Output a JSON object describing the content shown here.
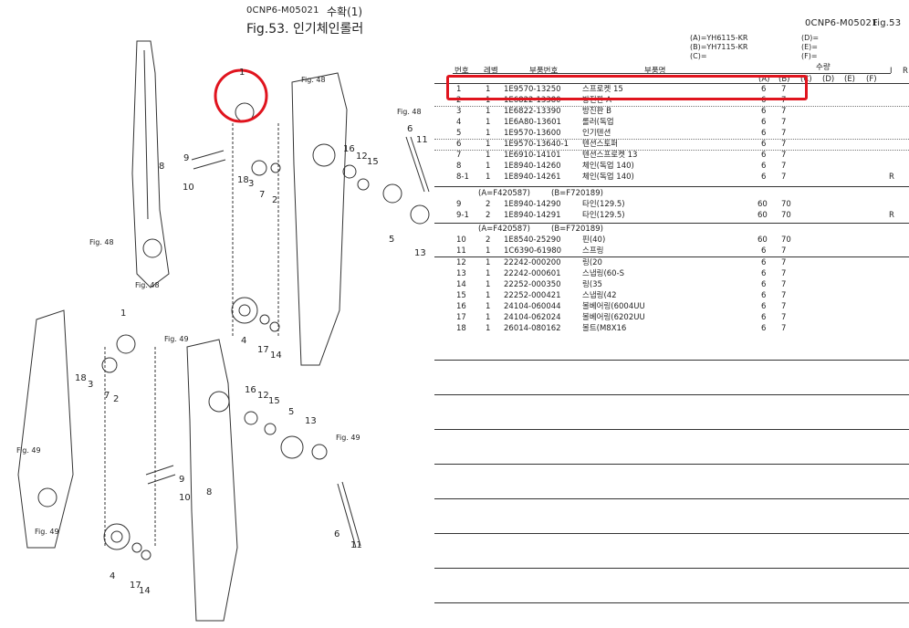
{
  "header": {
    "doc_code_left": "0CNP6-M05021",
    "section": "수확(1)",
    "fig_title": "Fig.53.  인기체인롤러",
    "doc_code_right": "0CNP6-M05021",
    "fig_right": "Fig.53"
  },
  "models": {
    "a": "(A)=YH6115-KR",
    "b": "(B)=YH7115-KR",
    "c": "(C)=",
    "d": "(D)=",
    "e": "(E)=",
    "f": "(F)="
  },
  "columns": {
    "no": "번호",
    "level": "레벨",
    "part_no": "부품번호",
    "name": "부품명",
    "qty": "수량",
    "qa": "(A)",
    "qb": "(B)",
    "qc": "(C)",
    "qd": "(D)",
    "qe": "(E)",
    "qf": "(F)",
    "i": "I",
    "r": "R"
  },
  "notes": [
    {
      "a": "(A=F420587)",
      "b": "(B=F720189)"
    },
    {
      "a": "(A=F420587)",
      "b": "(B=F720189)"
    }
  ],
  "parts": [
    {
      "no": "1",
      "lvl": "1",
      "pn": "1E9570-13250",
      "name": "스프로켓 15",
      "a": "6",
      "b": "7",
      "r": ""
    },
    {
      "no": "2",
      "lvl": "1",
      "pn": "1E6822-13380",
      "name": "방진판 A",
      "a": "6",
      "b": "7",
      "r": ""
    },
    {
      "no": "3",
      "lvl": "1",
      "pn": "1E6822-13390",
      "name": "방진판 B",
      "a": "6",
      "b": "7",
      "r": ""
    },
    {
      "no": "4",
      "lvl": "1",
      "pn": "1E6A80-13601",
      "name": "롤러(독업",
      "a": "6",
      "b": "7",
      "r": ""
    },
    {
      "no": "5",
      "lvl": "1",
      "pn": "1E9570-13600",
      "name": "인기텐션",
      "a": "6",
      "b": "7",
      "r": ""
    },
    {
      "no": "6",
      "lvl": "1",
      "pn": "1E9570-13640-1",
      "name": "텐션스토퍼",
      "a": "6",
      "b": "7",
      "r": ""
    },
    {
      "no": "7",
      "lvl": "1",
      "pn": "1E6910-14101",
      "name": "텐션스프로켓 13",
      "a": "6",
      "b": "7",
      "r": ""
    },
    {
      "no": "8",
      "lvl": "1",
      "pn": "1E8940-14260",
      "name": "체인(독업 140)",
      "a": "6",
      "b": "7",
      "r": ""
    },
    {
      "no": "8-1",
      "lvl": "1",
      "pn": "1E8940-14261",
      "name": "체인(독업 140)",
      "a": "6",
      "b": "7",
      "r": "R"
    },
    {
      "no": "9",
      "lvl": "2",
      "pn": "1E8940-14290",
      "name": "타인(129.5)",
      "a": "60",
      "b": "70",
      "r": ""
    },
    {
      "no": "9-1",
      "lvl": "2",
      "pn": "1E8940-14291",
      "name": "타인(129.5)",
      "a": "60",
      "b": "70",
      "r": "R"
    },
    {
      "no": "10",
      "lvl": "2",
      "pn": "1E8540-25290",
      "name": "핀(40)",
      "a": "60",
      "b": "70",
      "r": ""
    },
    {
      "no": "11",
      "lvl": "1",
      "pn": "1C6390-61980",
      "name": "스프링",
      "a": "6",
      "b": "7",
      "r": ""
    },
    {
      "no": "12",
      "lvl": "1",
      "pn": "22242-000200",
      "name": "링(20",
      "a": "6",
      "b": "7",
      "r": ""
    },
    {
      "no": "13",
      "lvl": "1",
      "pn": "22242-000601",
      "name": "스냅링(60-S",
      "a": "6",
      "b": "7",
      "r": ""
    },
    {
      "no": "14",
      "lvl": "1",
      "pn": "22252-000350",
      "name": "링(35",
      "a": "6",
      "b": "7",
      "r": ""
    },
    {
      "no": "15",
      "lvl": "1",
      "pn": "22252-000421",
      "name": "스냅링(42",
      "a": "6",
      "b": "7",
      "r": ""
    },
    {
      "no": "16",
      "lvl": "1",
      "pn": "24104-060044",
      "name": "볼베어링(6004UU",
      "a": "6",
      "b": "7",
      "r": ""
    },
    {
      "no": "17",
      "lvl": "1",
      "pn": "24104-062024",
      "name": "볼베어링(6202UU",
      "a": "6",
      "b": "7",
      "r": ""
    },
    {
      "no": "18",
      "lvl": "1",
      "pn": "26014-080162",
      "name": "볼트(M8X16",
      "a": "6",
      "b": "7",
      "r": ""
    }
  ],
  "diagram": {
    "fig48": "Fig. 48",
    "fig49": "Fig. 49",
    "callouts": [
      "1",
      "2",
      "3",
      "4",
      "5",
      "6",
      "7",
      "8",
      "9",
      "10",
      "11",
      "12",
      "13",
      "14",
      "15",
      "16",
      "17",
      "18"
    ]
  },
  "colors": {
    "highlight": "#e0141e",
    "ink": "#222222"
  }
}
